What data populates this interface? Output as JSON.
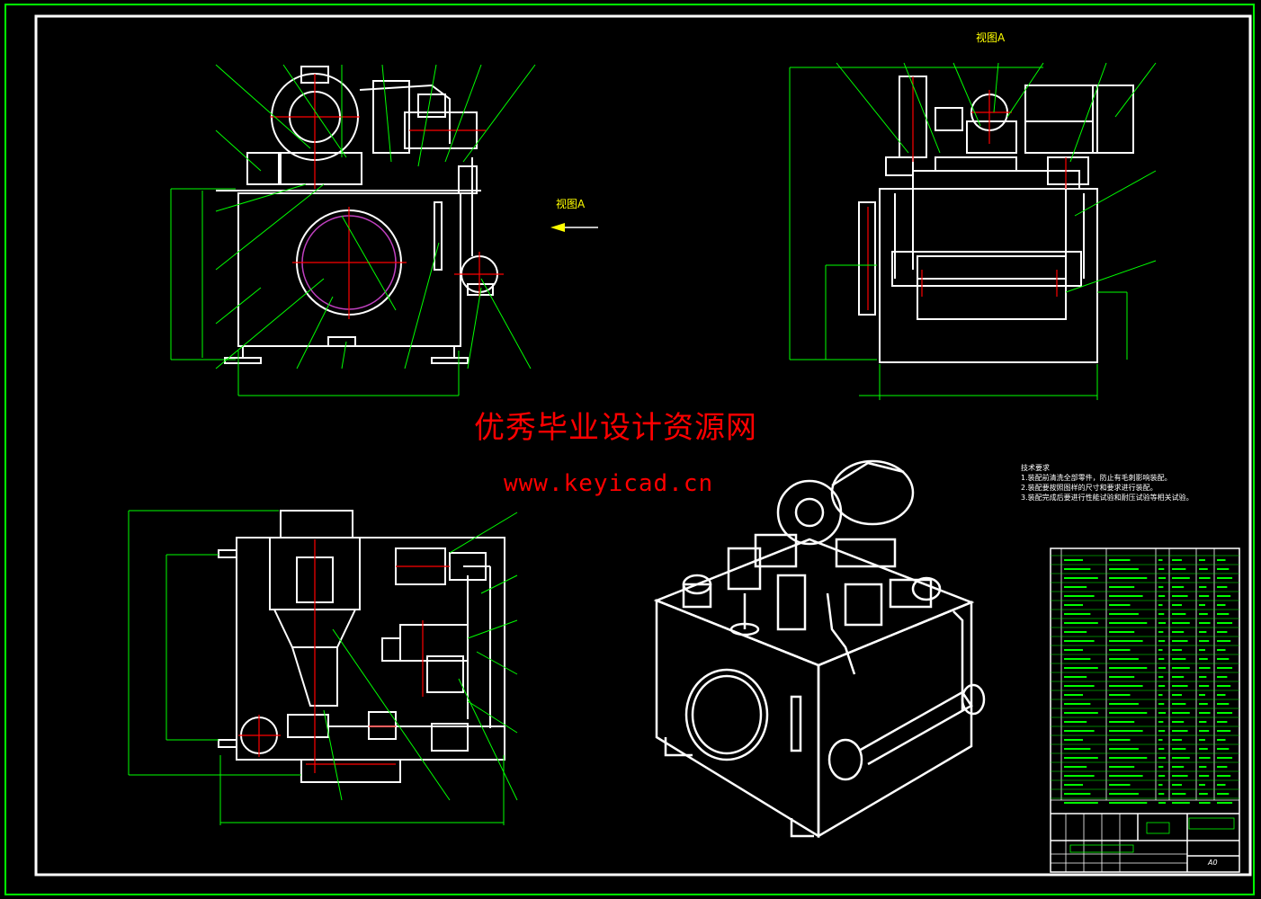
{
  "drawing": {
    "view_label_top": "视图A",
    "view_label_front": "视图A",
    "watermark_title": "优秀毕业设计资源网",
    "watermark_url": "www.keyicad.cn",
    "tech_notes_title": "技术要求",
    "tech_notes": [
      "1.装配前清洗全部零件，防止有毛刺影响装配。",
      "2.装配要按照图样的尺寸和要求进行装配。",
      "3.装配完成后要进行性能试验和耐压试验等相关试验。"
    ],
    "sheet_size": "A0"
  },
  "colors": {
    "background": "#000000",
    "outline": "#ffffff",
    "leader": "#00ff00",
    "center": "#ff0000",
    "accent": "#ffff00",
    "hidden": "#c040c0"
  }
}
